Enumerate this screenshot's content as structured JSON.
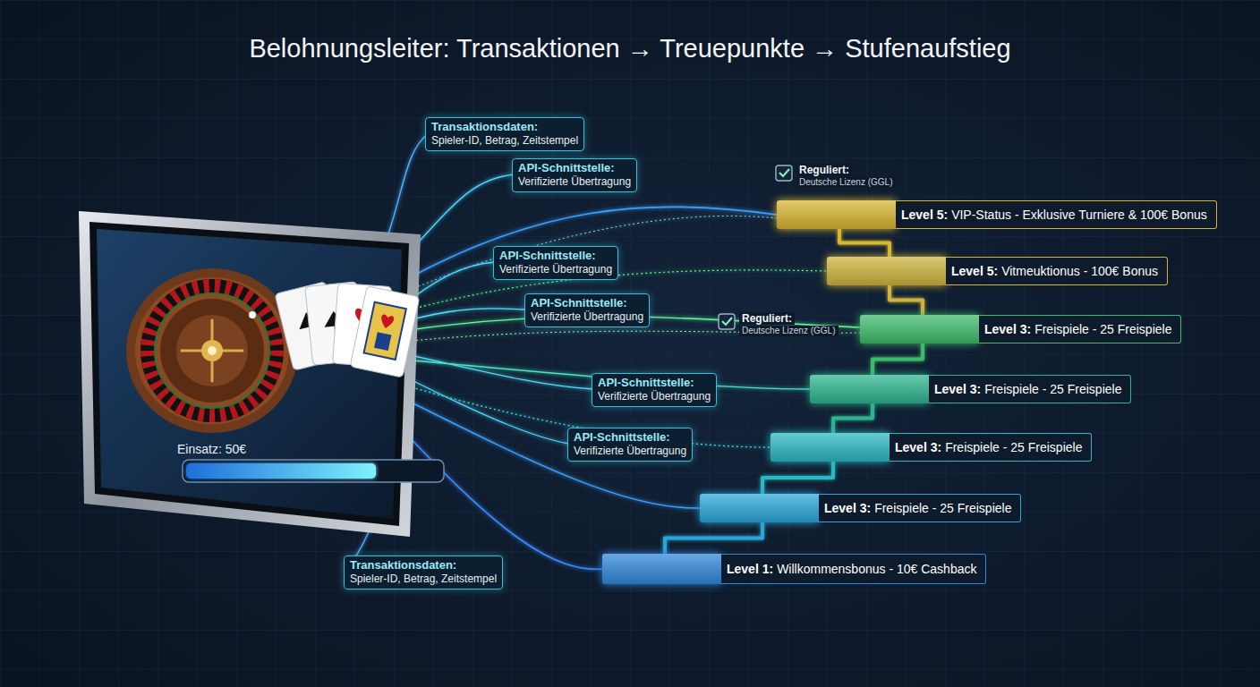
{
  "diagram": {
    "title": "Belohnungsleiter: Transaktionen → Treuepunkte → Stufenaufstieg",
    "nodes": [
      {
        "text": [
          "Transaktionsdaten:",
          "Spieler-ID, Betrag, Zeitstempel"
        ]
      },
      {
        "text": [
          "API-Schnittstelle:",
          "Verifizierte Übertragung"
        ]
      },
      {
        "text": [
          "Level 5:",
          "VIP-Status - Exklusive Turniere & 100€ Bonus"
        ]
      },
      {
        "text": [
          "API-Schnittstelle:",
          "Verifizierte Übertragung"
        ]
      },
      {
        "text": [
          "Level 5:",
          "Vitmeuktionus - 100€ Bonus"
        ]
      },
      {
        "text": [
          "API-Schnittstelle:",
          "Verifizierte Übertragung"
        ]
      },
      {
        "text": [
          "Level 3:",
          "Freispiele - 25 Freispiele"
        ]
      },
      {
        "text": [
          "API-Schnittstelle:",
          "Verifizierte Übertragung"
        ]
      },
      {
        "text": [
          "Level 3:",
          "Freispiele - 25 Freispiele"
        ]
      },
      {
        "text": [
          "API-Schnittstelle:",
          "Verifizierte Übertragung"
        ]
      },
      {
        "text": [
          "Level 3:",
          "Freispiele - 25 Freispiele"
        ]
      },
      {
        "text": [
          "Level 3:",
          "Freispiele - 25 Freispiele"
        ]
      },
      {
        "text": [
          "Transaktionsdaten:",
          "Spieler-ID, Betrag, Zeitstempel"
        ]
      },
      {
        "text": [
          "Level 1:",
          "Willkommensbonus - 10€ Cashback"
        ]
      }
    ],
    "edges": [
      {
        "from": 13,
        "to": 11,
        "arrow": "none"
      },
      {
        "from": 11,
        "to": 10,
        "arrow": "none"
      },
      {
        "from": 10,
        "to": 8,
        "arrow": "none"
      },
      {
        "from": 8,
        "to": 6,
        "arrow": "none"
      },
      {
        "from": 6,
        "to": 4,
        "arrow": "none"
      },
      {
        "from": 4,
        "to": 2,
        "arrow": "none"
      }
    ],
    "labels": [
      "Einsatz: 50€",
      "Reguliert:",
      "Deutsche Lizenz (GGL)",
      "Reguliert:",
      "Deutsche Lizenz (GGL)"
    ]
  }
}
